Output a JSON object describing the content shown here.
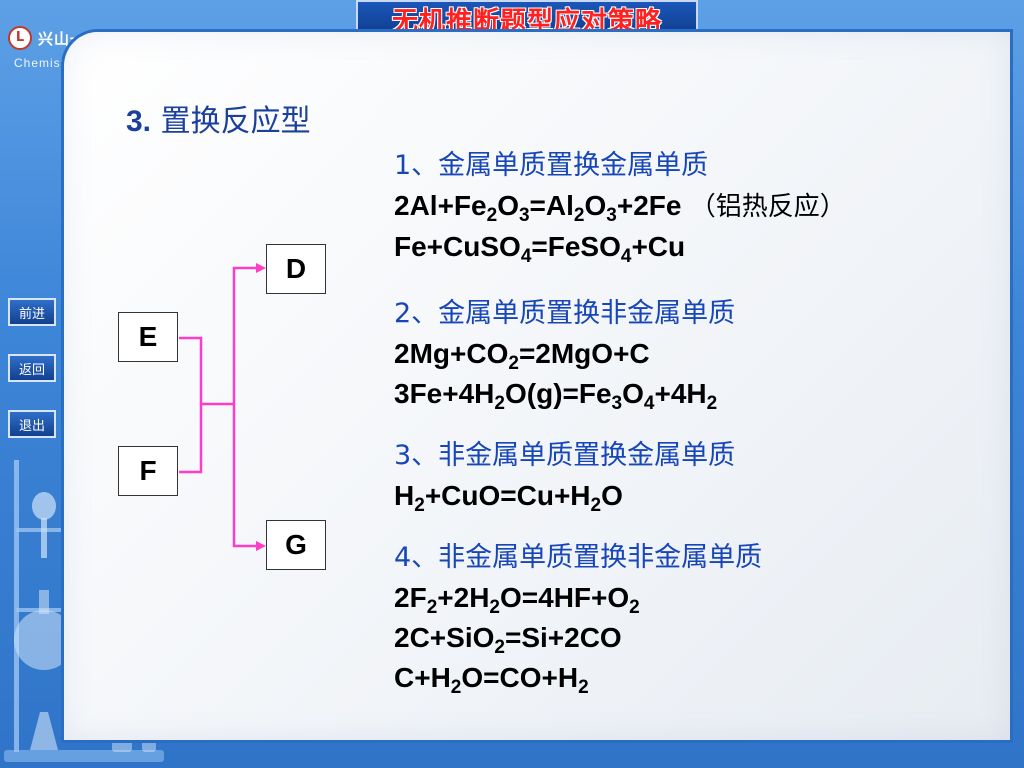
{
  "slide_title": "无机推断题型应对策略",
  "logo": {
    "name": "兴山一中",
    "subtitle": "Chemistry"
  },
  "nav": {
    "forward": "前进",
    "back": "返回",
    "exit": "退出"
  },
  "heading": {
    "number": "3.",
    "text": "置换反应型"
  },
  "diagram": {
    "boxes": {
      "d": "D",
      "e": "E",
      "f": "F",
      "g": "G"
    },
    "line_color": "#ff3cc8"
  },
  "sections": [
    {
      "title": "1、金属单质置换金属单质",
      "equations": [
        {
          "parts": [
            "2Al+Fe",
            "2",
            "O",
            "3",
            "=Al",
            "2",
            "O",
            "3",
            "+2Fe"
          ],
          "note": "（铝热反应）"
        },
        {
          "parts": [
            "Fe+CuSO",
            "4",
            "=FeSO",
            "4",
            "+Cu"
          ]
        }
      ]
    },
    {
      "title": "2、金属单质置换非金属单质",
      "equations": [
        {
          "parts": [
            "2Mg+CO",
            "2",
            "=2MgO+C"
          ]
        },
        {
          "parts": [
            "3Fe+4H",
            "2",
            "O(g)=Fe",
            "3",
            "O",
            "4",
            "+4H",
            "2"
          ]
        }
      ]
    },
    {
      "title": "3、非金属单质置换金属单质",
      "equations": [
        {
          "parts": [
            "H",
            "2",
            "+CuO=Cu+H",
            "2",
            "O"
          ]
        }
      ]
    },
    {
      "title": "4、非金属单质置换非金属单质",
      "equations": [
        {
          "parts": [
            "2F",
            "2",
            "+2H",
            "2",
            "O=4HF+O",
            "2"
          ]
        },
        {
          "parts": [
            "2C+SiO",
            "2",
            "=Si+2CO"
          ]
        },
        {
          "parts": [
            "C+H",
            "2",
            "O=CO+H",
            "2"
          ]
        }
      ]
    }
  ],
  "colors": {
    "frame": "#3f86d6",
    "section_title": "#1746b8",
    "heading": "#1a3f9c",
    "title_text": "#ff2020"
  }
}
